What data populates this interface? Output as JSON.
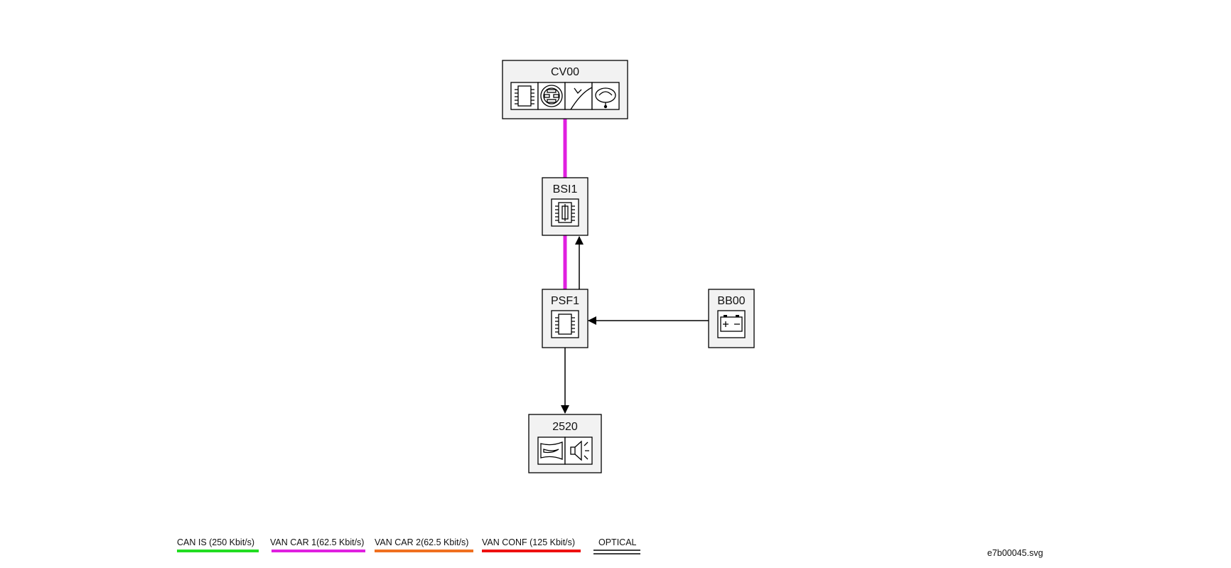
{
  "nodes": [
    {
      "id": "CV00",
      "label": "CV00",
      "icons": [
        "ecu-chip-icon",
        "switch-module-icon",
        "steering-column-icon",
        "steering-wheel-icon"
      ]
    },
    {
      "id": "BSI1",
      "label": "BSI1",
      "icons": [
        "fuse-box-icon"
      ]
    },
    {
      "id": "PSF1",
      "label": "PSF1",
      "icons": [
        "ecu-chip-icon"
      ]
    },
    {
      "id": "BB00",
      "label": "BB00",
      "icons": [
        "battery-icon"
      ]
    },
    {
      "id": "2520",
      "label": "2520",
      "icons": [
        "horn-icon",
        "speaker-icon"
      ]
    }
  ],
  "links": [
    {
      "from": "CV00",
      "to": "BSI1",
      "type": "VAN CAR 1",
      "color": "#e020e0"
    },
    {
      "from": "BSI1",
      "to": "PSF1",
      "type": "VAN CAR 1",
      "color": "#e020e0"
    },
    {
      "from": "PSF1",
      "to": "BSI1",
      "type": "wire-arrow",
      "color": "#000000"
    },
    {
      "from": "BB00",
      "to": "PSF1",
      "type": "wire-arrow",
      "color": "#000000"
    },
    {
      "from": "PSF1",
      "to": "2520",
      "type": "wire-arrow",
      "color": "#000000"
    }
  ],
  "legend": [
    {
      "label": "CAN IS (250 Kbit/s)",
      "color": "#22dd22",
      "style": "solid"
    },
    {
      "label": "VAN CAR 1(62.5 Kbit/s)",
      "color": "#e020e0",
      "style": "solid"
    },
    {
      "label": "VAN CAR 2(62.5 Kbit/s)",
      "color": "#f07020",
      "style": "solid"
    },
    {
      "label": "VAN CONF (125 Kbit/s)",
      "color": "#ee1111",
      "style": "solid"
    },
    {
      "label": "OPTICAL",
      "color": "#000000",
      "style": "double"
    }
  ],
  "footer": {
    "filename": "e7b00045.svg"
  }
}
